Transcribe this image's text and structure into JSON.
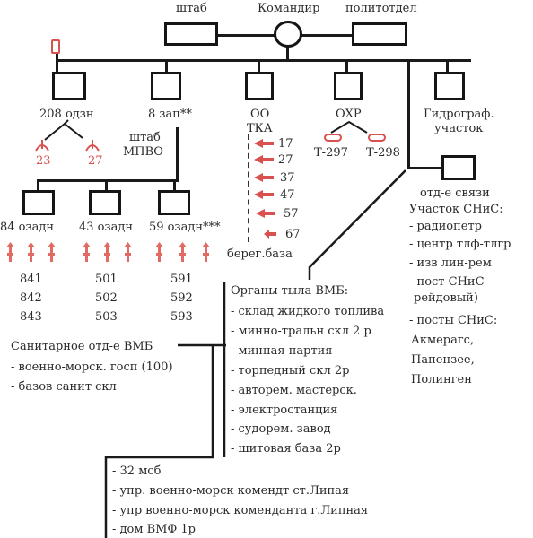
{
  "top": {
    "hq": "штаб",
    "commander": "Командир",
    "political": "политотдел"
  },
  "level1": {
    "b208": "208 одзн",
    "b8": "8 зап**",
    "oo": "ОО",
    "tka": "ТКА",
    "ohr": "ОХР",
    "hydro_line1": "Гидрограф.",
    "hydro_line2": "участок"
  },
  "sub208": [
    "23",
    "27"
  ],
  "mpvo": {
    "line1": "штаб",
    "line2": "МПВО"
  },
  "tka_units": [
    "17",
    "27",
    "37",
    "47",
    "57",
    "67"
  ],
  "ohr_units": [
    "Т-297",
    "Т-298"
  ],
  "brigades": [
    {
      "label": "84 озадн",
      "units": [
        "841",
        "842",
        "843"
      ]
    },
    {
      "label": "43 озадн",
      "units": [
        "501",
        "502",
        "503"
      ]
    },
    {
      "label": "59 озадн***",
      "units": [
        "591",
        "592",
        "593"
      ]
    }
  ],
  "base_label": "берег.база",
  "signal": {
    "title": "отд-е связи",
    "items": [
      "Участок СНиС:",
      "- радиопетр",
      "- центр тлф-тлгр",
      "- изв лин-рем",
      "- пост СНиС",
      "рейдовый)",
      "- посты СНиС:",
      "Акмерагс,",
      "Папензее,",
      "Полинген"
    ]
  },
  "rear": {
    "title": "Органы тыла ВМБ:",
    "items": [
      "- склад жидкого топлива",
      "- минно-тральн скл 2 р",
      "- минная партия",
      "- торпедный скл 2р",
      "- авторем. мастерск.",
      "- электростанция",
      "- судорем. завод",
      "- шитовая база 2р"
    ]
  },
  "sanitary": {
    "title": "Санитарное отд-е ВМБ",
    "items": [
      "- военно-морск. госп (100)",
      "- базов санит скл"
    ]
  },
  "bottom_items": [
    "- 32 мсб",
    "- упр. военно-морск комендт ст.Липая",
    "- упр военно-морск коменданта г.Липная",
    "- дом ВМФ 1р"
  ],
  "colors": {
    "accent": "#d8514f",
    "line": "#1a1a1a"
  }
}
